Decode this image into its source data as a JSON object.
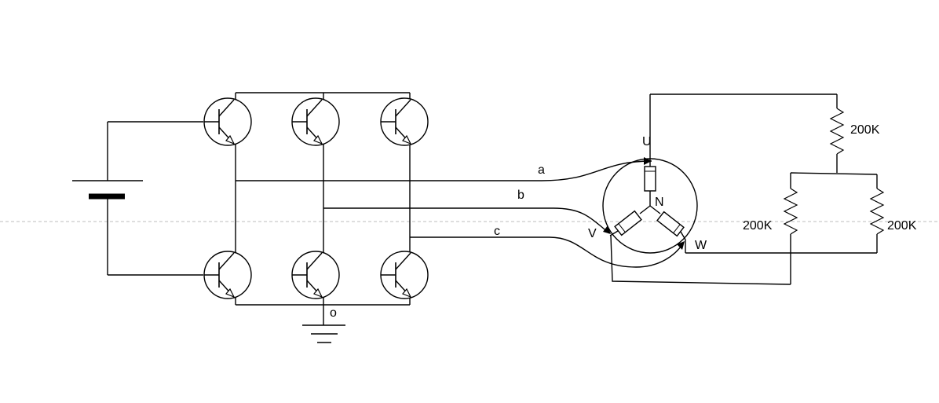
{
  "diagram": {
    "phase_labels": {
      "a": "a",
      "b": "b",
      "c": "c"
    },
    "ground_label": "o",
    "motor": {
      "u": "U",
      "v": "V",
      "w": "W",
      "n": "N"
    },
    "resistors": {
      "top": "200K",
      "left": "200K",
      "right": "200K"
    }
  }
}
